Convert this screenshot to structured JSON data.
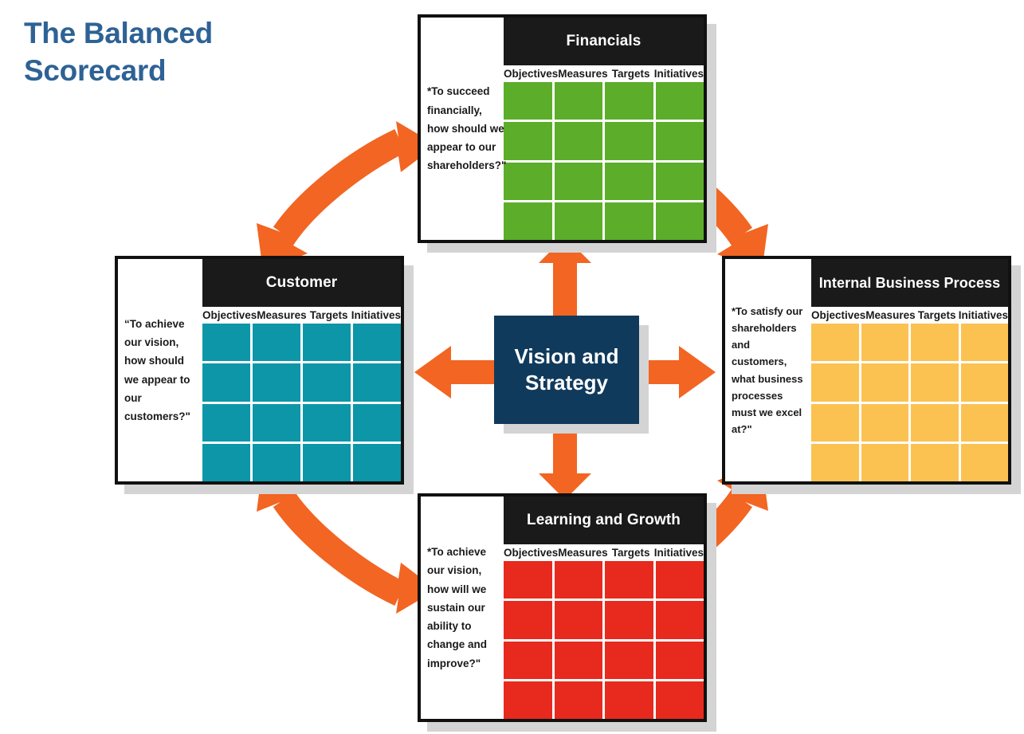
{
  "title": "The Balanced Scorecard",
  "center": {
    "label": "Vision and\nStrategy",
    "line1": "Vision and",
    "line2": "Strategy",
    "color": "#103A5C"
  },
  "columns": [
    "Objectives",
    "Measures",
    "Targets",
    "Initiatives"
  ],
  "panels": {
    "financials": {
      "title": "Financials",
      "question": "*To succeed financially, how should we appear to our shareholders?\"",
      "color": "#5CAD2A",
      "rows": 4,
      "cols": 4
    },
    "customer": {
      "title": "Customer",
      "question": "“To achieve our vision, how should we appear to our customers?\"",
      "color": "#0D96A8",
      "rows": 4,
      "cols": 4
    },
    "internal_business_process": {
      "title": "Internal Business Process",
      "question": "*To satisfy our shareholders and customers, what business processes must we excel at?\"",
      "color": "#FBC252",
      "rows": 4,
      "cols": 4
    },
    "learning_and_growth": {
      "title": "Learning and Growth",
      "question": "*To achieve our vision, how will we sustain our ability to change and improve?\"",
      "color": "#E8291E",
      "rows": 4,
      "cols": 4
    }
  },
  "arrows": {
    "color": "#F26522",
    "straight": [
      {
        "name": "arrow-center-to-financials",
        "direction": "up"
      },
      {
        "name": "arrow-center-to-customer",
        "direction": "left"
      },
      {
        "name": "arrow-center-to-internal-business-process",
        "direction": "right"
      },
      {
        "name": "arrow-center-to-learning-and-growth",
        "direction": "down"
      }
    ],
    "curved": [
      {
        "name": "arrow-customer-financials",
        "kind": "double-headed"
      },
      {
        "name": "arrow-financials-internal-business-process",
        "kind": "double-headed"
      },
      {
        "name": "arrow-customer-learning-and-growth",
        "kind": "double-headed"
      },
      {
        "name": "arrow-learning-and-growth-internal-business-process",
        "kind": "double-headed"
      }
    ]
  },
  "theme": {
    "title_color": "#2E6295",
    "header_bg": "#1a1a1a",
    "panel_border": "#111111",
    "shadow": "#d4d4d4",
    "page_bg": "#ffffff"
  }
}
